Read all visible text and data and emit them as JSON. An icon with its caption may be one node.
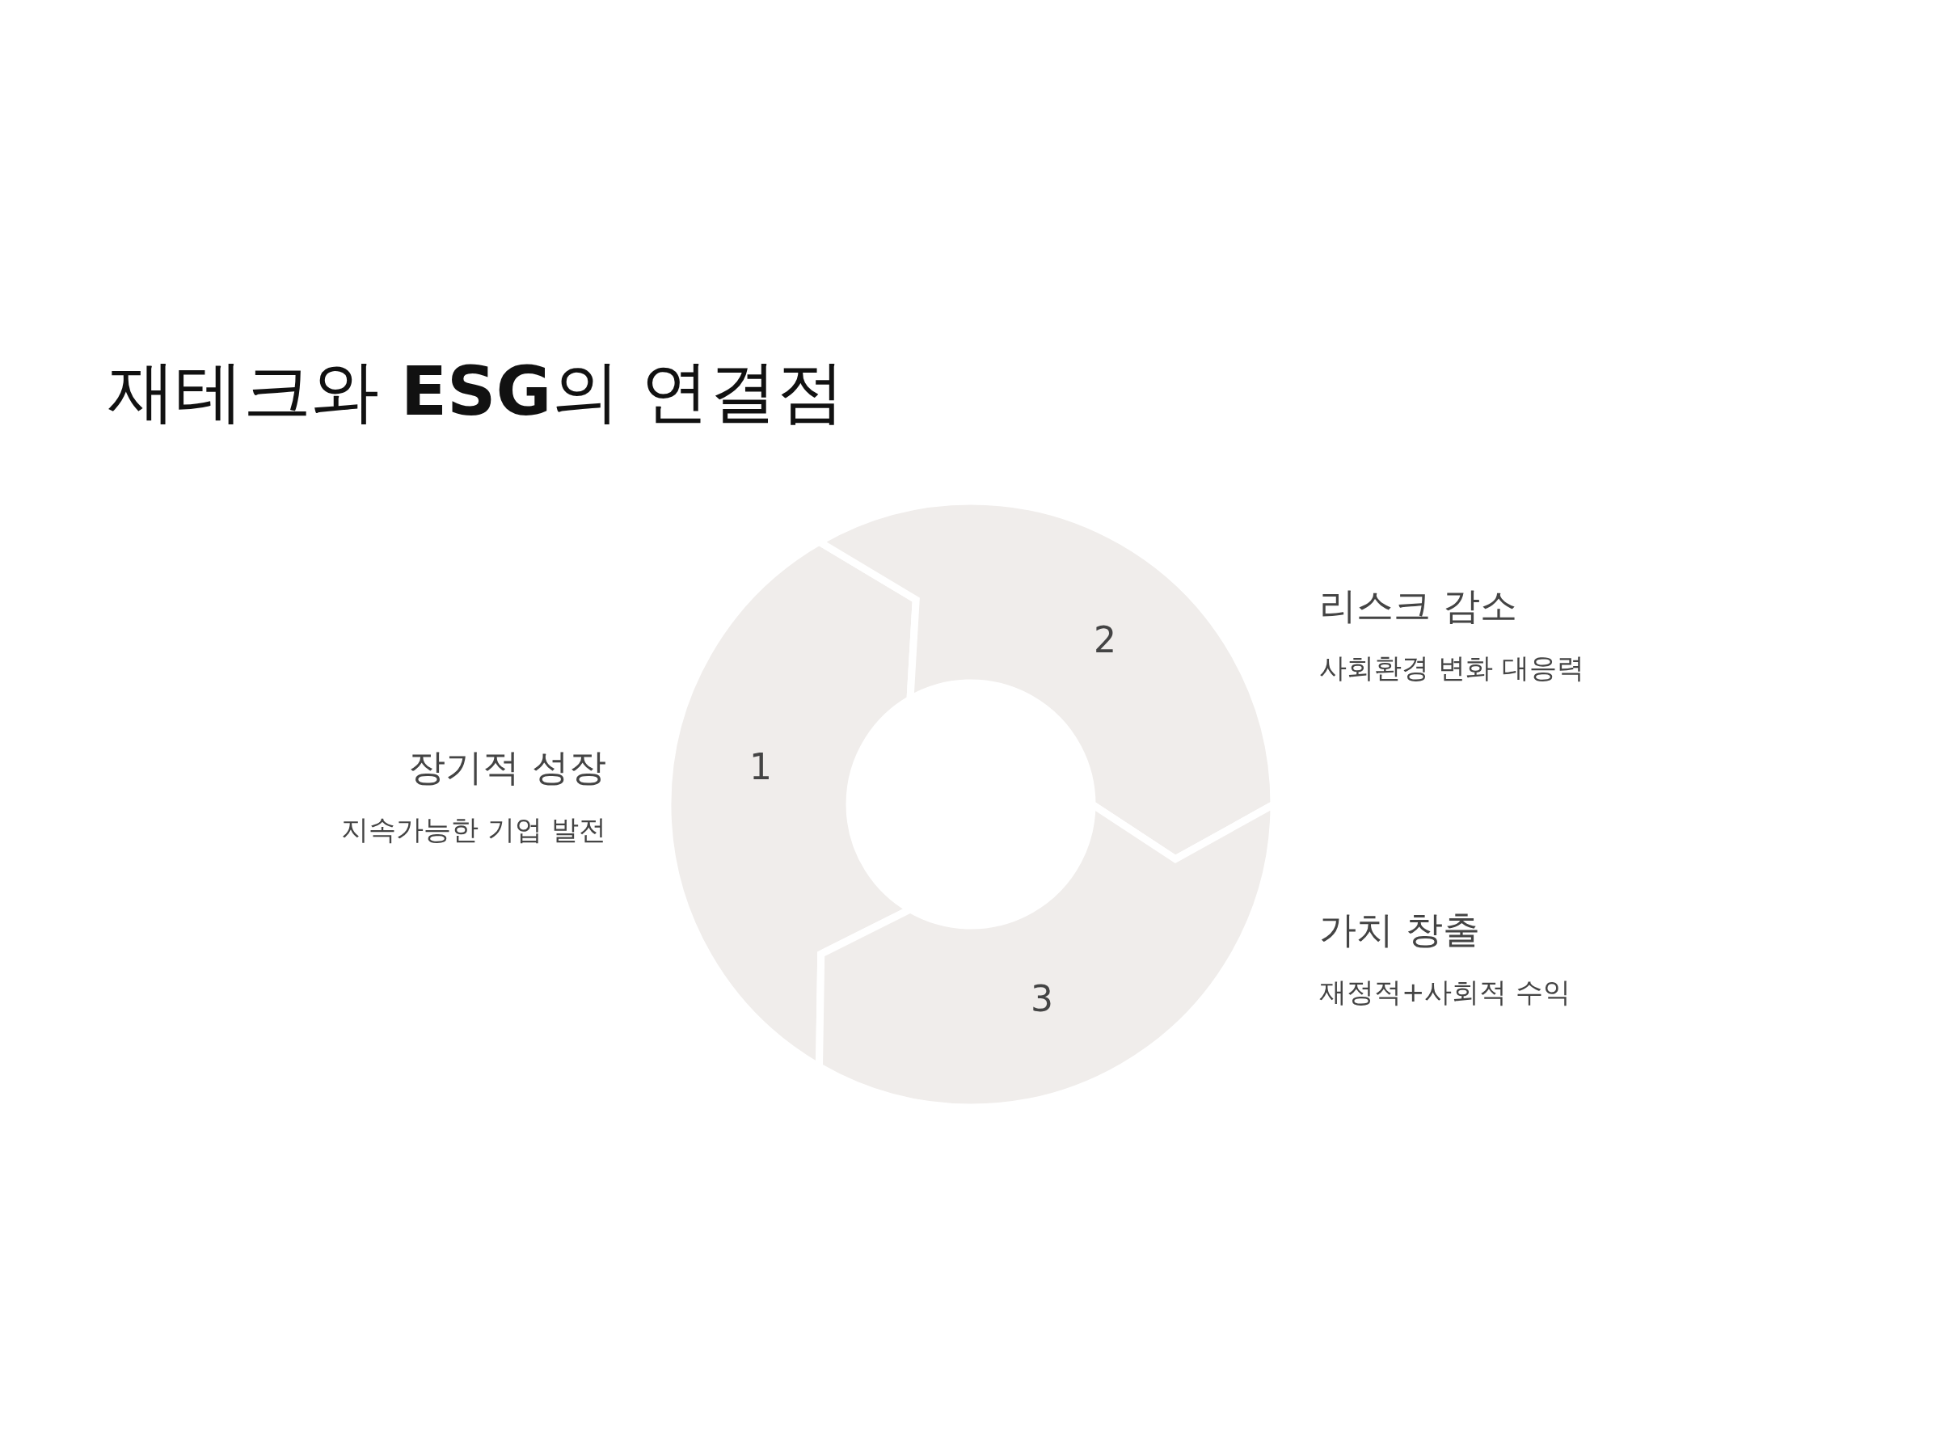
{
  "diagram": {
    "title": "재테크와 **ESG**의 연결점",
    "nodes": [
      {
        "text": [
          "장기적 성장",
          "지속가능한 기업 발전",
          "1"
        ]
      },
      {
        "text": [
          "2",
          "리스크 감소",
          "사회환경 변화 대응력"
        ]
      },
      {
        "text": [
          "3",
          "가치 창출",
          "재정적+사회적 수익"
        ]
      }
    ]
  }
}
